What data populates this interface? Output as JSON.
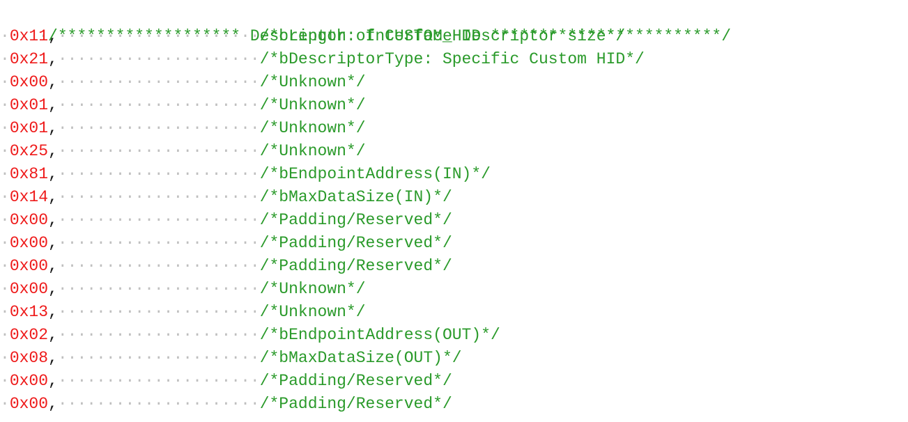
{
  "editor": {
    "header": "/******************* Descriptor of CUSTOM_HID ************************/",
    "lines": [
      {
        "hex": "0x11",
        "comment": "/*bLength: Interface Descriptor size*/"
      },
      {
        "hex": "0x21",
        "comment": "/*bDescriptorType: Specific Custom HID*/"
      },
      {
        "hex": "0x00",
        "comment": "/*Unknown*/"
      },
      {
        "hex": "0x01",
        "comment": "/*Unknown*/"
      },
      {
        "hex": "0x01",
        "comment": "/*Unknown*/"
      },
      {
        "hex": "0x25",
        "comment": "/*Unknown*/"
      },
      {
        "hex": "0x81",
        "comment": "/*bEndpointAddress(IN)*/"
      },
      {
        "hex": "0x14",
        "comment": "/*bMaxDataSize(IN)*/"
      },
      {
        "hex": "0x00",
        "comment": "/*Padding/Reserved*/"
      },
      {
        "hex": "0x00",
        "comment": "/*Padding/Reserved*/"
      },
      {
        "hex": "0x00",
        "comment": "/*Padding/Reserved*/"
      },
      {
        "hex": "0x00",
        "comment": "/*Unknown*/"
      },
      {
        "hex": "0x13",
        "comment": "/*Unknown*/"
      },
      {
        "hex": "0x02",
        "comment": "/*bEndpointAddress(OUT)*/"
      },
      {
        "hex": "0x08",
        "comment": "/*bMaxDataSize(OUT)*/"
      },
      {
        "hex": "0x00",
        "comment": "/*Padding/Reserved*/"
      },
      {
        "hex": "0x00",
        "comment": "/*Padding/Reserved*/"
      }
    ]
  },
  "colors": {
    "hex_value": "#ee1a1a",
    "comment": "#2a9a2a",
    "whitespace_marker": "#bfbfbf",
    "background": "#ffffff"
  }
}
